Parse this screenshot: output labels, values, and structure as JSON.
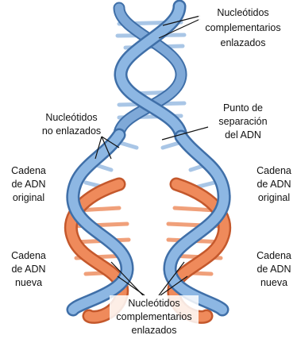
{
  "labels": {
    "top_paired_1": "Nucleótidos",
    "top_paired_2": "complementarios",
    "top_paired_3": "enlazados",
    "unpaired_1": "Nucleótidos",
    "unpaired_2": "no enlazados",
    "split_1": "Punto de",
    "split_2": "separación",
    "split_3": "del ADN",
    "left_original_1": "Cadena",
    "left_original_2": "de ADN",
    "left_original_3": "original",
    "right_original_1": "Cadena",
    "right_original_2": "de ADN",
    "right_original_3": "original",
    "left_new_1": "Cadena",
    "left_new_2": "de ADN",
    "left_new_3": "nueva",
    "right_new_1": "Cadena",
    "right_new_2": "de ADN",
    "right_new_3": "nueva",
    "bottom_paired_1": "Nucleótidos",
    "bottom_paired_2": "complementarios",
    "bottom_paired_3": "enlazados"
  },
  "colors": {
    "original_strand": "#7fa9d8",
    "original_strand_dark": "#3f6fa8",
    "new_strand": "#ef8a5b",
    "new_strand_dark": "#c4582c",
    "rung": "#a9c6e6",
    "new_rung": "#f0a07a"
  }
}
